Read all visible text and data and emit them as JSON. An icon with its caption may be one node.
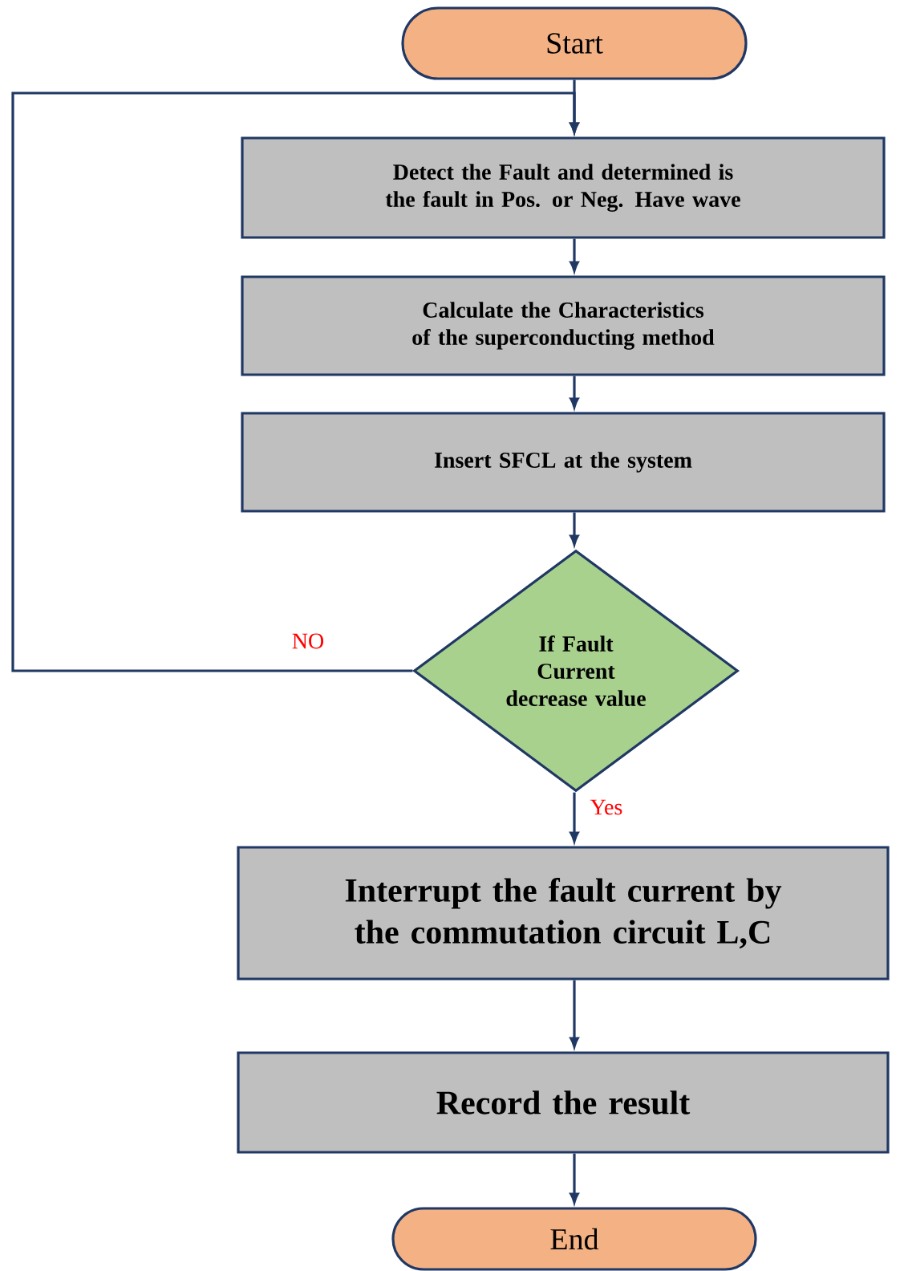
{
  "diagram": {
    "nodes": [
      {
        "text": [
          "Start"
        ]
      },
      {
        "text": [
          "Detect the Fault and determined is the fault in Pos. or Neg. Have wave"
        ]
      },
      {
        "text": [
          "Calculate the Characteristics of the superconducting method"
        ]
      },
      {
        "text": [
          "Insert SFCL at the system"
        ]
      },
      {
        "text": [
          "If Fault Current decrease value"
        ]
      },
      {
        "text": [
          "Interrupt the fault current by the commutation circuit L,C"
        ]
      },
      {
        "text": [
          "Record the result"
        ]
      },
      {
        "text": [
          "End"
        ]
      }
    ],
    "edges": [
      {
        "from": 0,
        "to": 1,
        "arrow": "to"
      },
      {
        "from": 1,
        "to": 2,
        "arrow": "to"
      },
      {
        "from": 2,
        "to": 3,
        "arrow": "to"
      },
      {
        "from": 3,
        "to": 4,
        "arrow": "to"
      },
      {
        "from": 4,
        "to": 1,
        "arrow": "to",
        "label": "NO"
      },
      {
        "from": 4,
        "to": 5,
        "arrow": "to",
        "label": "Yes"
      },
      {
        "from": 5,
        "to": 6,
        "arrow": "to"
      },
      {
        "from": 6,
        "to": 7,
        "arrow": "to"
      }
    ]
  }
}
